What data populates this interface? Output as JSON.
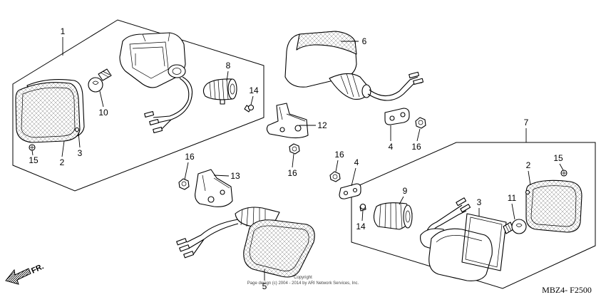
{
  "diagram": {
    "callouts": [
      "1",
      "10",
      "2",
      "3",
      "15",
      "8",
      "14",
      "12",
      "16",
      "6",
      "4",
      "16",
      "7",
      "16",
      "13",
      "16",
      "4",
      "9",
      "3",
      "2",
      "11",
      "15",
      "14",
      "5"
    ],
    "diagram_code": "MBZ4- F2500",
    "direction_label": "FR.",
    "copyright_line1": "Copyright",
    "copyright_line2": "Page design (c) 2004 - 2014 by ARI Network Services, Inc."
  }
}
